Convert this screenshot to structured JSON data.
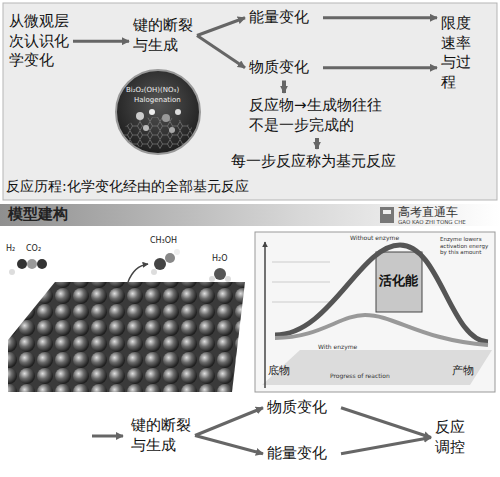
{
  "diagram": {
    "nodes": [
      {
        "text": [
          "从微观层次认识化学变化"
        ]
      },
      {
        "text": [
          "键的断裂与生成"
        ]
      },
      {
        "text": [
          "能量变化"
        ]
      },
      {
        "text": [
          "物质变化"
        ]
      },
      {
        "text": [
          "限度速率与过程"
        ]
      },
      {
        "text": [
          "反应物→生成物往往不是一步完成的"
        ]
      },
      {
        "text": [
          "每一步反应称为基元反应"
        ]
      },
      {
        "text": [
          "键的断裂与生成"
        ]
      },
      {
        "text": [
          "物质变化"
        ]
      },
      {
        "text": [
          "能量变化"
        ]
      },
      {
        "text": [
          "反应调控"
        ]
      }
    ],
    "edges": [
      {
        "from": 0,
        "to": 1,
        "arrow": "to"
      },
      {
        "from": 1,
        "to": 2,
        "arrow": "to"
      },
      {
        "from": 1,
        "to": 3,
        "arrow": "to"
      },
      {
        "from": 2,
        "to": 4,
        "arrow": "to"
      },
      {
        "from": 3,
        "to": 4,
        "arrow": "to"
      },
      {
        "from": 3,
        "to": 5,
        "arrow": "to"
      },
      {
        "from": 5,
        "to": 6,
        "arrow": "to"
      },
      {
        "from": 7,
        "to": 8,
        "arrow": "to"
      },
      {
        "from": 7,
        "to": 9,
        "arrow": "to"
      },
      {
        "from": 8,
        "to": 10,
        "arrow": "to"
      },
      {
        "from": 9,
        "to": 10,
        "arrow": "to"
      }
    ],
    "labels": [
      "反应历程:化学变化经由的全部基元反应",
      "模型建构",
      "高考直通车",
      "GAO KAO ZHI TONG CHE",
      "Bi₂O₂(OH)(NO₃)",
      "Halogenation",
      "H₂",
      "CO₂",
      "CH₃OH",
      "H₂O",
      "Without enzyme",
      "With enzyme",
      "Enzyme lowers activation energy by this amount",
      "活化能",
      "底物",
      "产物",
      "Progress of reaction"
    ]
  }
}
